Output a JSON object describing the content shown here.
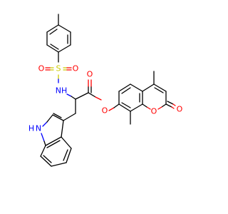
{
  "colors": {
    "carbon": "#000000",
    "oxygen": "#ff0000",
    "nitrogen": "#0000ff",
    "sulfur": "#cccc00"
  },
  "atoms": {
    "sulfur": "S",
    "sulfonyl_o_left": "O",
    "sulfonyl_o_right": "O",
    "sulfonamide_nh": "NH",
    "carbonyl_o": "O",
    "ester_o": "O",
    "lactone_carbonyl_o": "O",
    "ring_o": "O",
    "indole_nh": "H",
    "indole_n": "N"
  }
}
